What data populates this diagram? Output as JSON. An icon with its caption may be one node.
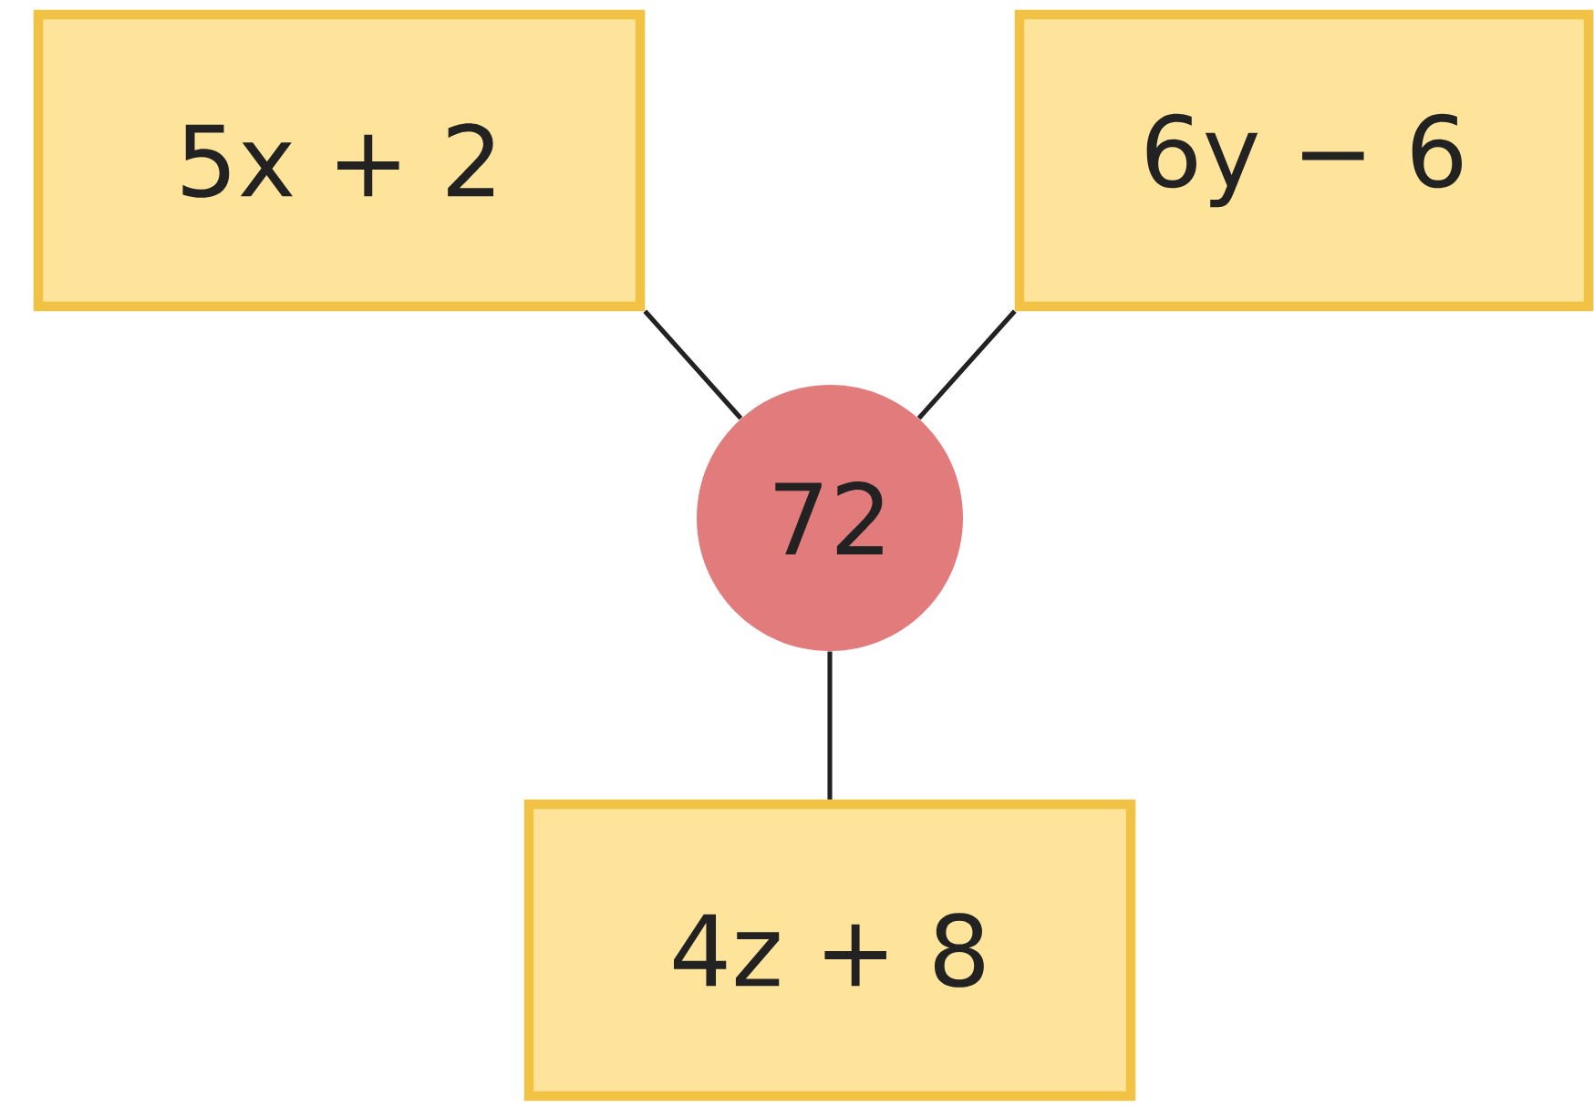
{
  "diagram": {
    "nodes": [
      {
        "text": [
          "5x + 2"
        ]
      },
      {
        "text": [
          "6y − 6"
        ]
      },
      {
        "text": [
          "72"
        ]
      },
      {
        "text": [
          "4z + 8"
        ]
      }
    ],
    "edges": [
      {
        "from": 0,
        "to": 2,
        "arrow": "none"
      },
      {
        "from": 1,
        "to": 2,
        "arrow": "none"
      },
      {
        "from": 2,
        "to": 3,
        "arrow": "none"
      }
    ]
  }
}
